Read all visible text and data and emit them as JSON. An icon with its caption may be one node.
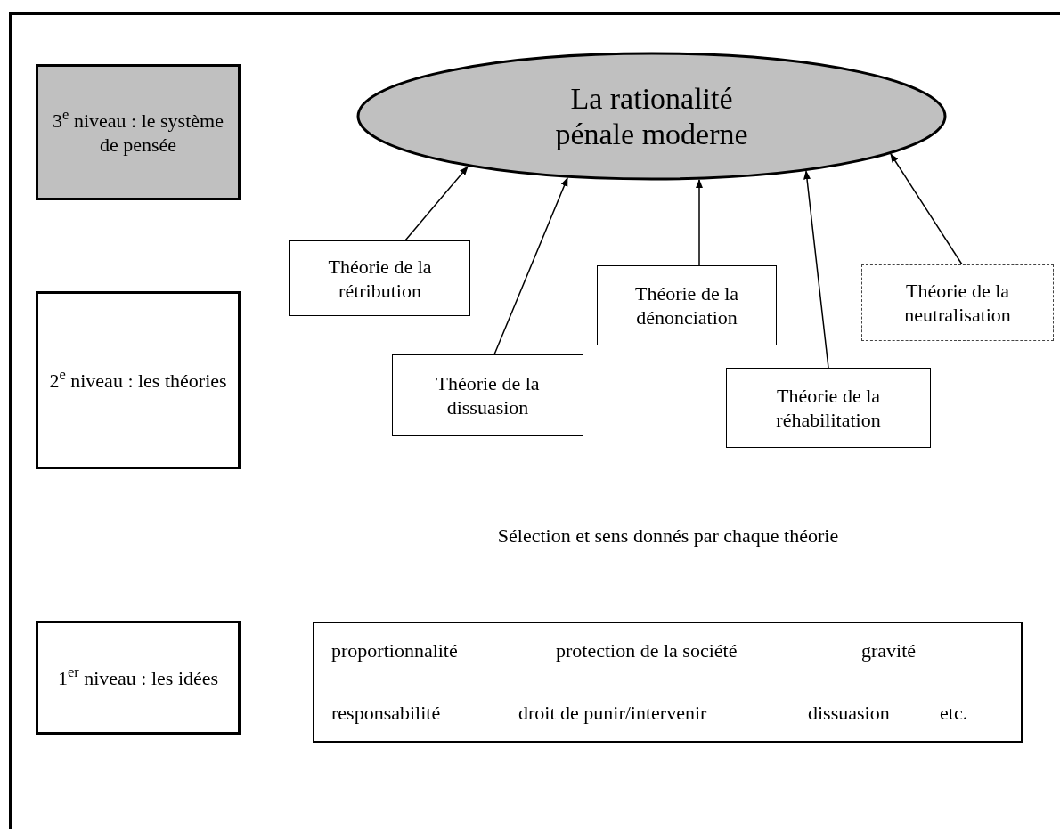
{
  "diagram": {
    "nodes": [
      {
        "text": [
          "3$^{e}$ niveau : le système de pensée"
        ]
      },
      {
        "text": [
          "2$^{e}$ niveau : les théories"
        ]
      },
      {
        "text": [
          "1$^{er}$ niveau : les idées"
        ]
      },
      {
        "text": [
          "La rationalité pénale moderne"
        ]
      },
      {
        "text": [
          "Théorie de la rétribution"
        ]
      },
      {
        "text": [
          "Théorie de la dissuasion"
        ]
      },
      {
        "text": [
          "Théorie de la dénonciation"
        ]
      },
      {
        "text": [
          "Théorie de la réhabilitation"
        ]
      },
      {
        "text": [
          "Théorie de la neutralisation"
        ]
      },
      {
        "text": [
          "proportionnalité",
          "protection de la société",
          "gravité",
          "responsabilité",
          "droit de punir/intervenir",
          "dissuasion",
          "etc."
        ]
      }
    ],
    "edges": [
      {
        "from": 4,
        "to": 3,
        "arrow": "to"
      },
      {
        "from": 5,
        "to": 3,
        "arrow": "to"
      },
      {
        "from": 6,
        "to": 3,
        "arrow": "to"
      },
      {
        "from": 7,
        "to": 3,
        "arrow": "to"
      },
      {
        "from": 8,
        "to": 3,
        "arrow": "to"
      }
    ],
    "labels": [
      "Sélection et sens donnés par chaque théorie"
    ]
  }
}
